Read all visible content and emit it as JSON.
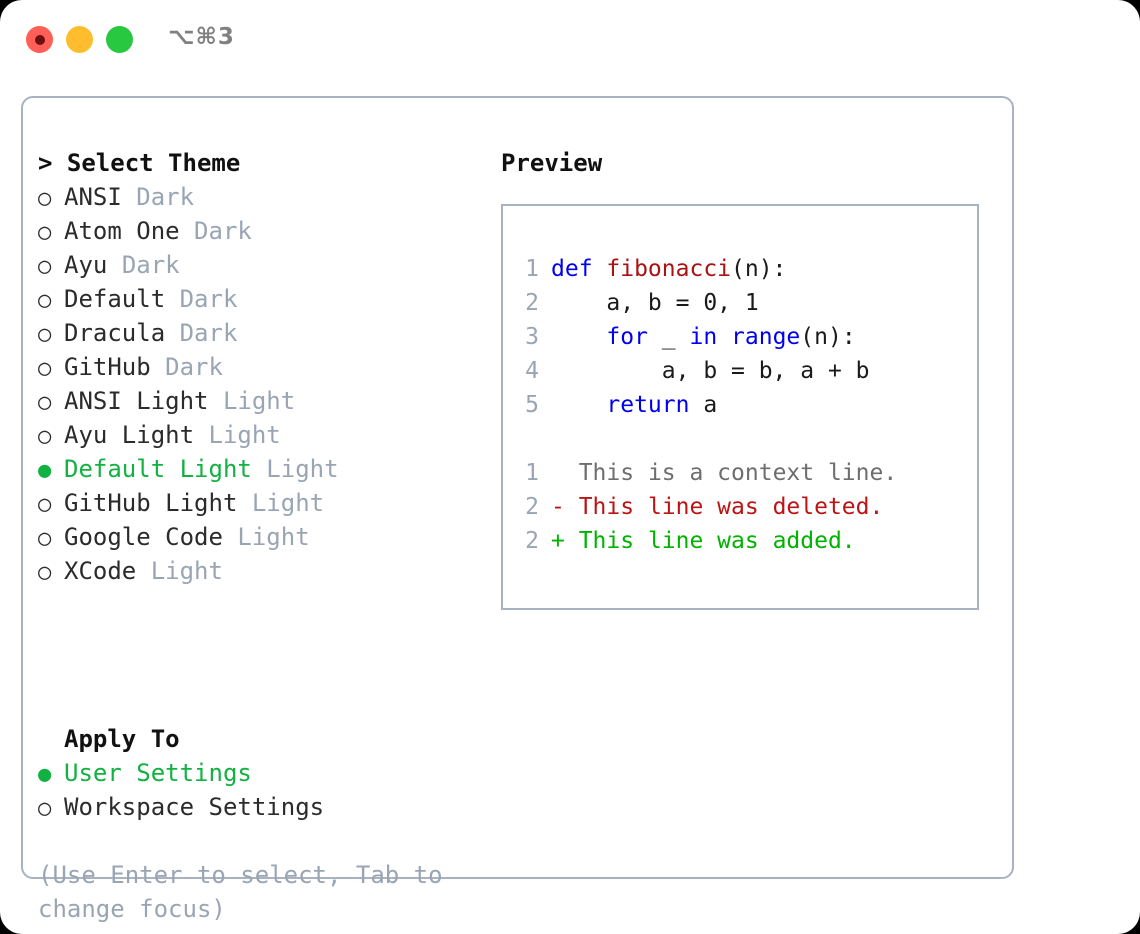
{
  "window": {
    "title": "⌥⌘3",
    "traffic_lights": [
      {
        "name": "close",
        "color": "#ff5f57"
      },
      {
        "name": "minimize",
        "color": "#ffbd2e"
      },
      {
        "name": "maximize",
        "color": "#28c840"
      }
    ]
  },
  "colors": {
    "accent_green": "#12b141",
    "muted": "#9aa5b4",
    "text": "#2b2b2b",
    "border": "#a8b2c0",
    "keyword_blue": "#0000ee",
    "function_red": "#a81313",
    "diff_add": "#00b300",
    "diff_del": "#bb1414",
    "diff_ctx": "#6e6e6e"
  },
  "theme_panel": {
    "header": "> Select Theme",
    "items": [
      {
        "bullet": "○",
        "name": "ANSI",
        "badge": "Dark",
        "selected": false
      },
      {
        "bullet": "○",
        "name": "Atom One",
        "badge": "Dark",
        "selected": false
      },
      {
        "bullet": "○",
        "name": "Ayu",
        "badge": "Dark",
        "selected": false
      },
      {
        "bullet": "○",
        "name": "Default",
        "badge": "Dark",
        "selected": false
      },
      {
        "bullet": "○",
        "name": "Dracula",
        "badge": "Dark",
        "selected": false
      },
      {
        "bullet": "○",
        "name": "GitHub",
        "badge": "Dark",
        "selected": false
      },
      {
        "bullet": "○",
        "name": "ANSI Light",
        "badge": "Light",
        "selected": false
      },
      {
        "bullet": "○",
        "name": "Ayu Light",
        "badge": "Light",
        "selected": false
      },
      {
        "bullet": "●",
        "name": "Default Light",
        "badge": "Light",
        "selected": true
      },
      {
        "bullet": "○",
        "name": "GitHub Light",
        "badge": "Light",
        "selected": false
      },
      {
        "bullet": "○",
        "name": "Google Code",
        "badge": "Light",
        "selected": false
      },
      {
        "bullet": "○",
        "name": "XCode",
        "badge": "Light",
        "selected": false
      }
    ]
  },
  "apply_to": {
    "header": "Apply To",
    "options": [
      {
        "bullet": "●",
        "label": "User Settings",
        "selected": true
      },
      {
        "bullet": "○",
        "label": "Workspace Settings",
        "selected": false
      }
    ]
  },
  "hint": "(Use Enter to select, Tab to change focus)",
  "preview": {
    "header": "Preview",
    "code_lines": [
      {
        "num": "1",
        "tokens": [
          {
            "t": "def ",
            "c": "kw"
          },
          {
            "t": "fibonacci",
            "c": "fn"
          },
          {
            "t": "(n):",
            "c": "pl"
          }
        ]
      },
      {
        "num": "2",
        "tokens": [
          {
            "t": "    a, b = 0, 1",
            "c": "pl"
          }
        ]
      },
      {
        "num": "3",
        "tokens": [
          {
            "t": "    ",
            "c": "pl"
          },
          {
            "t": "for",
            "c": "kw"
          },
          {
            "t": " _ ",
            "c": "pl"
          },
          {
            "t": "in",
            "c": "kw"
          },
          {
            "t": " ",
            "c": "pl"
          },
          {
            "t": "range",
            "c": "kw"
          },
          {
            "t": "(n):",
            "c": "pl"
          }
        ]
      },
      {
        "num": "4",
        "tokens": [
          {
            "t": "        a, b = b, a + b",
            "c": "pl"
          }
        ]
      },
      {
        "num": "5",
        "tokens": [
          {
            "t": "    ",
            "c": "pl"
          },
          {
            "t": "return",
            "c": "kw"
          },
          {
            "t": " a",
            "c": "pl"
          }
        ]
      }
    ],
    "diff_lines": [
      {
        "num": "1",
        "marker": "  ",
        "text": "This is a context line.",
        "kind": "ctx"
      },
      {
        "num": "2",
        "marker": "- ",
        "text": "This line was deleted.",
        "kind": "del"
      },
      {
        "num": "2",
        "marker": "+ ",
        "text": "This line was added.",
        "kind": "add"
      }
    ]
  }
}
